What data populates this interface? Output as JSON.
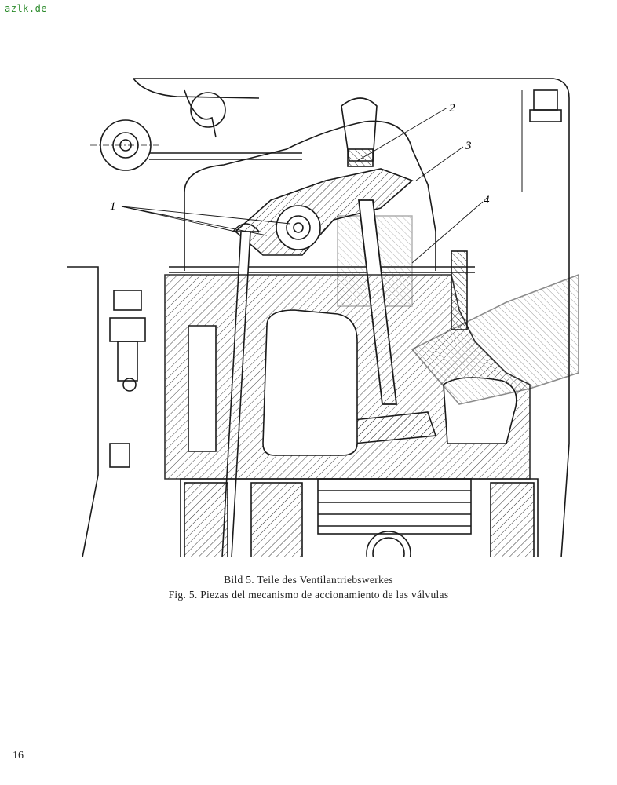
{
  "watermark": "azlk.de",
  "figure": {
    "callouts": [
      "1",
      "2",
      "3",
      "4"
    ]
  },
  "caption": {
    "german": "Bild 5. Teile des Ventilantriebswerkes",
    "spanish": "Fig. 5. Piezas del mecanismo de accionamiento de las válvulas"
  },
  "page_number": "16"
}
